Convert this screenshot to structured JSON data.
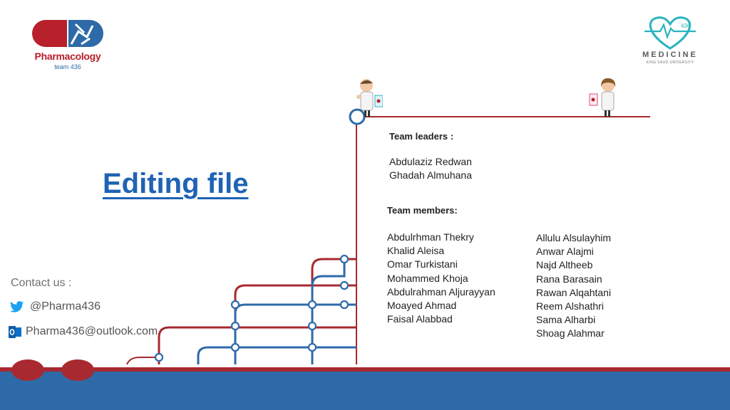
{
  "header": {
    "left_logo_title": "Pharmacology",
    "left_logo_subtitle": "team 436",
    "right_logo_badge": "436",
    "right_logo_title": "MEDICINE",
    "right_logo_subtitle": "KING SAUD UNIVERSITY"
  },
  "title": "Editing file",
  "contact": {
    "label": "Contact us :",
    "twitter": "@Pharma436",
    "email": "Pharma436@outlook.com"
  },
  "team": {
    "leaders_label": "Team leaders :",
    "leaders": [
      "Abdulaziz Redwan",
      "Ghadah Almuhana"
    ],
    "members_label": "Team members:",
    "members_col1": [
      "Abdulrhman Thekry",
      "Khalid Aleisa",
      "Omar Turkistani",
      "Mohammed Khoja",
      "Abdulrahman Aljurayyan",
      "Moayed Ahmad",
      "Faisal Alabbad"
    ],
    "members_col2": [
      "Allulu Alsulayhim",
      "Anwar Alajmi",
      "Najd Altheeb",
      "Rana Barasain",
      "Rawan Alqahtani",
      "Reem Alshathri",
      "Sama Alharbi",
      "Shoag Alahmar"
    ]
  },
  "colors": {
    "red": "#a8292f",
    "blue": "#2e6aa8",
    "title_blue": "#1f63b4",
    "band": "#2e6aa8",
    "teal": "#2ab3c0"
  },
  "icons": {
    "twitter": "twitter-icon",
    "outlook": "outlook-icon"
  }
}
